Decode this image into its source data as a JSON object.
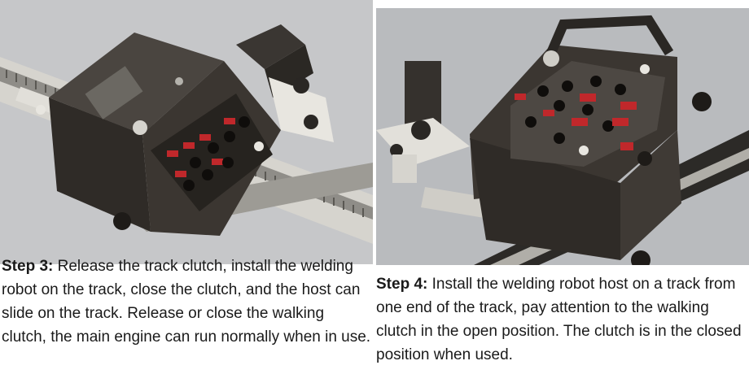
{
  "step3": {
    "label": "Step 3:",
    "text": " Release the track clutch, install the welding robot on the track, close the clutch, and the host can slide on the track. Release or close the walking clutch, the main engine can run normally when in use."
  },
  "step4": {
    "label": "Step 4:",
    "text": " Install the welding robot host on a track from one end of the track, pay attention to the walking clutch in the open position. The clutch is in the closed position when used."
  },
  "colors": {
    "body": "#3b3631",
    "panel_red": "#c0282b",
    "track": "#d9d7d1"
  }
}
